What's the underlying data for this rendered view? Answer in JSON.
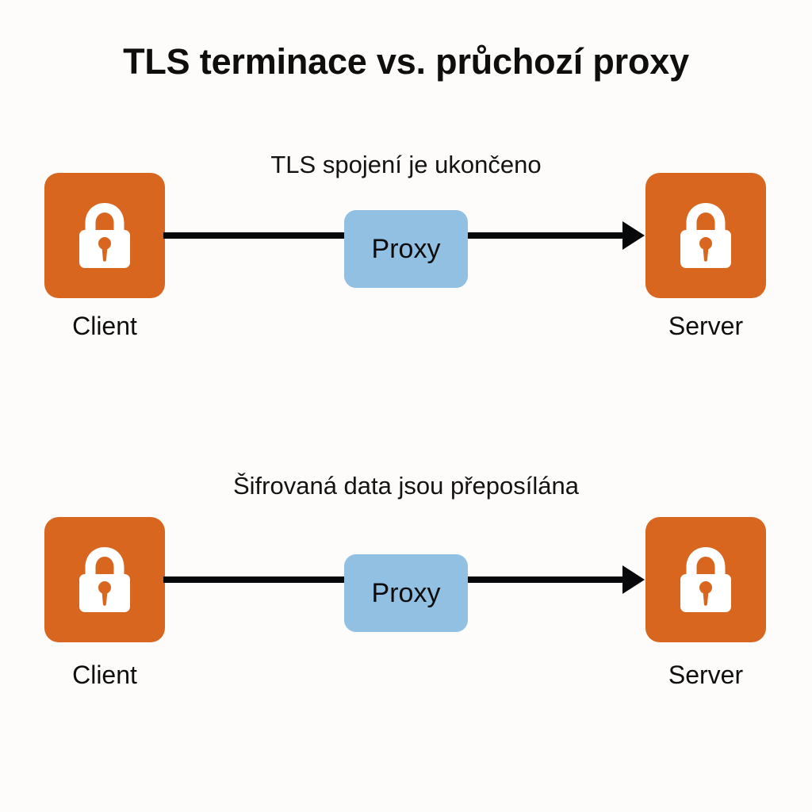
{
  "page": {
    "title": "TLS terminace vs. průchozí proxy",
    "background_color": "#fdfcfb",
    "text_color": "#100e0c"
  },
  "colors": {
    "node_orange": "#d9661f",
    "proxy_blue": "#92c0e3",
    "line_black": "#07080a",
    "lock_white": "#ffffff"
  },
  "rows": [
    {
      "caption": "TLS spojení je ukončeno",
      "client": {
        "label": "Client",
        "icon": "lock-icon"
      },
      "proxy": {
        "label": "Proxy"
      },
      "server": {
        "label": "Server",
        "icon": "lock-icon"
      },
      "arrow_direction": "client-to-server"
    },
    {
      "caption": "Šifrovaná data jsou přeposílána",
      "client": {
        "label": "Client",
        "icon": "lock-icon"
      },
      "proxy": {
        "label": "Proxy"
      },
      "server": {
        "label": "Server",
        "icon": "lock-icon"
      },
      "arrow_direction": "client-to-server"
    }
  ]
}
